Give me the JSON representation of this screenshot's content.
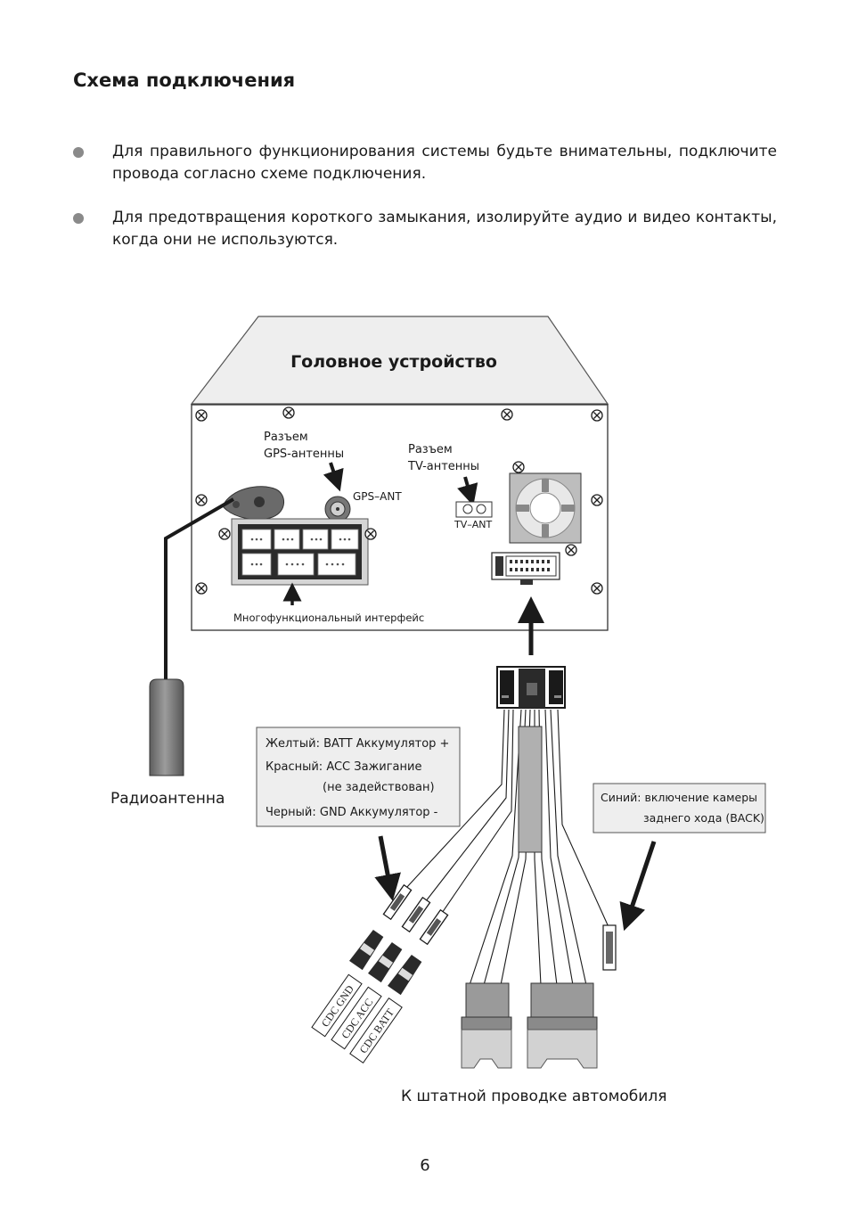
{
  "page": {
    "title": "Схема подключения",
    "bullets": [
      "Для правильного функционирования системы будьте внимательны, подключите провода согласно схеме подключения.",
      "Для предотвращения короткого замыкания, изолируйте аудио и видео контакты, когда они не используются."
    ],
    "page_number": "6"
  },
  "diagram": {
    "head_unit_title": "Головное устройство",
    "gps_connector_label": [
      "Разъем",
      "GPS-антенны"
    ],
    "gps_port_label": "GPS–ANT",
    "tv_connector_label": [
      "Разъем",
      "TV-антенны"
    ],
    "tv_port_label": "TV–ANT",
    "multifunction_label": "Многофункциональный интерфейс",
    "radio_antenna_label": "Радиоантенна",
    "power_box": {
      "yellow": "Желтый: BATT Аккумулятор +",
      "red": "Красный: ACC Зажигание",
      "red_note": "(не задействован)",
      "black": "Черный: GND Аккумулятор -"
    },
    "camera_box": {
      "line1": "Синий: включение камеры",
      "line2": "заднего хода (BACK)"
    },
    "cdc_labels": [
      "CDC GND",
      "CDC ACC",
      "CDC BATT"
    ],
    "car_wiring_label": "К штатной проводке автомобиля"
  }
}
